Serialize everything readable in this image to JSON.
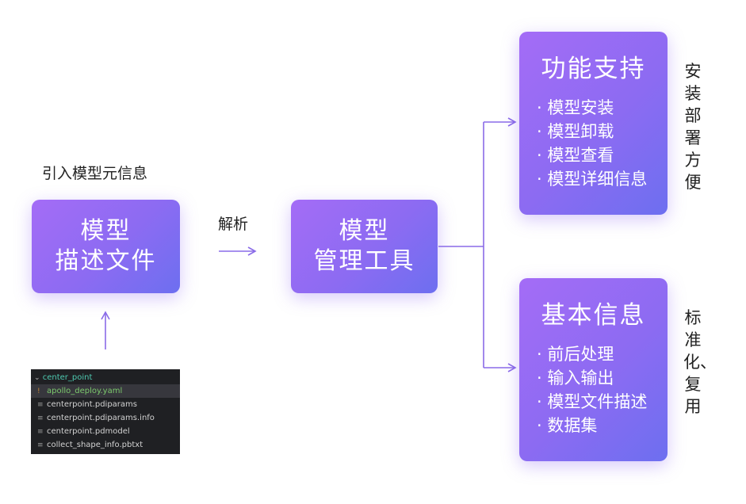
{
  "left": {
    "caption": "引入模型元信息",
    "box_lines": [
      "模型",
      "描述文件"
    ]
  },
  "parse_label": "解析",
  "center": {
    "box_lines": [
      "模型",
      "管理工具"
    ]
  },
  "top_box": {
    "title": "功能支持",
    "items": [
      "模型安装",
      "模型卸载",
      "模型查看",
      "模型详细信息"
    ],
    "side_text": "安装部署方便"
  },
  "bottom_box": {
    "title": "基本信息",
    "items": [
      "前后处理",
      "输入输出",
      "模型文件描述",
      "数据集"
    ],
    "side_text": "标准化、复用"
  },
  "file_tree": {
    "folder": "center_point",
    "files": [
      {
        "name": "apollo_deploy.yaml",
        "icon": "yaml-icon",
        "active": true
      },
      {
        "name": "centerpoint.pdiparams",
        "icon": "file-lines-icon",
        "active": false
      },
      {
        "name": "centerpoint.pdiparams.info",
        "icon": "file-lines-icon",
        "active": false
      },
      {
        "name": "centerpoint.pdmodel",
        "icon": "file-lines-icon",
        "active": false
      },
      {
        "name": "collect_shape_info.pbtxt",
        "icon": "file-lines-icon",
        "active": false
      }
    ]
  },
  "colors": {
    "accent": "#8c6bf2",
    "arrow": "#8a6be8",
    "editor_bg": "#1f2023",
    "folder_text": "#4ec9b0",
    "active_file_text": "#7cc96d"
  }
}
